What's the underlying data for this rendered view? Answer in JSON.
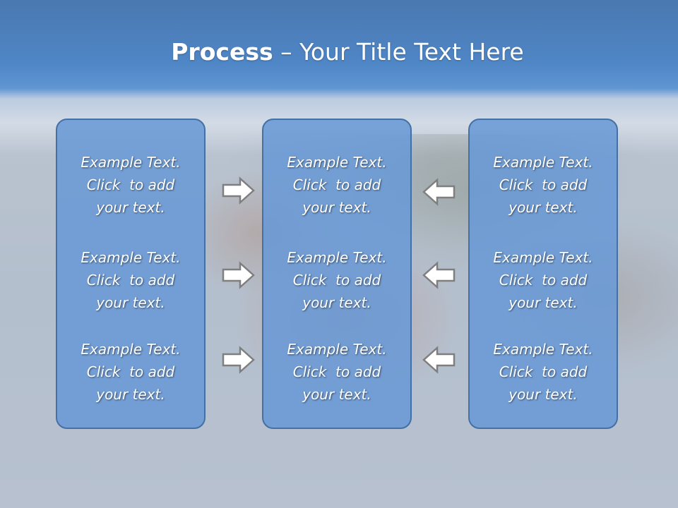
{
  "title": {
    "bold": "Process",
    "rest": " – Your Title Text Here"
  },
  "panels": [
    {
      "items": [
        "Example Text.\nClick  to add\nyour text.",
        "Example Text.\nClick  to add\nyour text.",
        "Example Text.\nClick  to add\nyour text."
      ]
    },
    {
      "items": [
        "Example Text.\nClick  to add\nyour text.",
        "Example Text.\nClick  to add\nyour text.",
        "Example Text.\nClick  to add\nyour text."
      ]
    },
    {
      "items": [
        "Example Text.\nClick  to add\nyour text.",
        "Example Text.\nClick  to add\nyour text.",
        "Example Text.\nClick  to add\nyour text."
      ]
    }
  ],
  "arrows": {
    "left_column": [
      "right",
      "right",
      "right"
    ],
    "right_column": [
      "left",
      "left",
      "left"
    ]
  },
  "colors": {
    "panel_fill": "#6899d6",
    "panel_border": "#4470a4",
    "arrow_fill": "#ffffff",
    "arrow_stroke": "#7f7f7f",
    "title_text": "#ffffff"
  }
}
